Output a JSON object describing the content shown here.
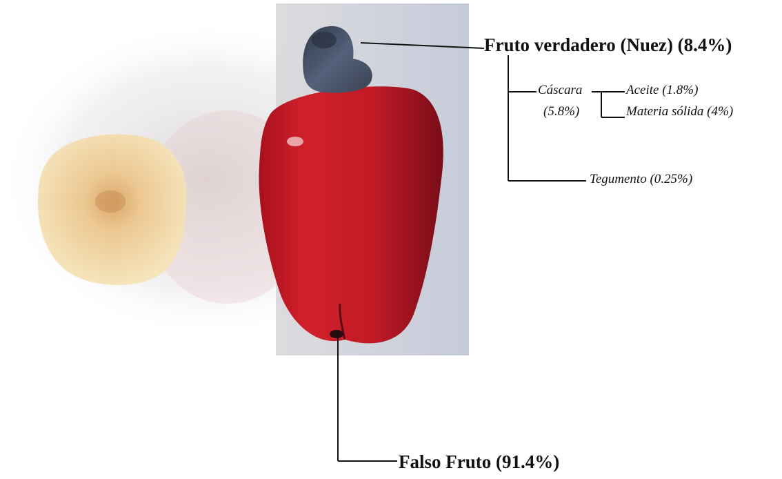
{
  "figure": {
    "true_fruit_label": "Fruto verdadero (Nuez) (8.4%)",
    "false_fruit_label": "Falso Fruto (91.4%)",
    "shell_label": "Cáscara",
    "shell_percent": "(5.8%)",
    "oil_label": "Aceite (1.8%)",
    "solid_matter_label": "Materia sólida (4%)",
    "tegument_label": "Tegumento (0.25%)"
  },
  "colors": {
    "apple_red": "#c81e2a",
    "apple_dark": "#7a0d18",
    "nut_gray": "#4a5568",
    "slice_cream": "#f3ddb0",
    "slice_center": "#d9a76a",
    "backdrop": "#c9ccd6",
    "leader_line": "#111111"
  },
  "icons": {
    "photo": "cashew-apple-photo"
  }
}
